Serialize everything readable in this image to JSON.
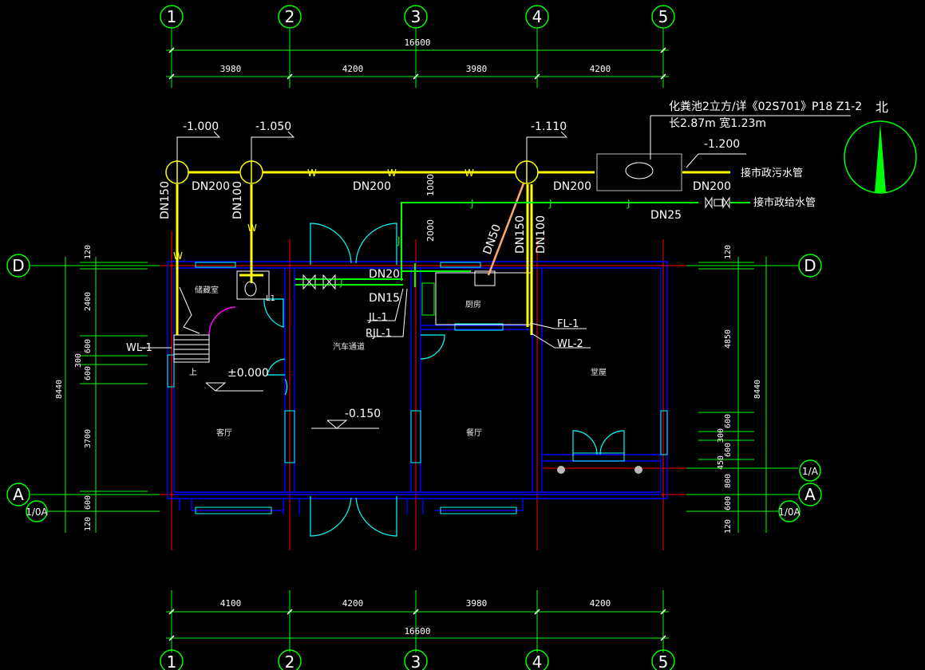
{
  "grid": {
    "columns": [
      "1",
      "2",
      "3",
      "4",
      "5"
    ],
    "rows": [
      "D",
      "A"
    ],
    "sub_rows": [
      "1/A",
      "1/0A"
    ]
  },
  "dimensions": {
    "top_total": "16600",
    "top_spans": [
      "3980",
      "4200",
      "3980",
      "4200"
    ],
    "bottom_total": "16600",
    "bottom_spans": [
      "4100",
      "4200",
      "3980",
      "4200"
    ],
    "left_total": "8440",
    "left_spans": [
      "120",
      "2400",
      "600",
      "300",
      "600",
      "3700",
      "600",
      "120"
    ],
    "right_total": "8440",
    "right_spans": [
      "120",
      "4850",
      "600",
      "300",
      "600",
      "450",
      "800",
      "600",
      "120"
    ]
  },
  "elevations": {
    "e1": "-1.000",
    "e2": "-1.050",
    "e3": "-1.110",
    "e4": "-1.200",
    "floor": "±0.000",
    "garage": "-0.150"
  },
  "pipes": {
    "dn200_a": "DN200",
    "dn200_b": "DN200",
    "dn200_c": "DN200",
    "dn200_d": "DN200",
    "dn150_a": "DN150",
    "dn100_a": "DN100",
    "dn150_b": "DN150",
    "dn100_b": "DN100",
    "dn50": "DN50",
    "dn25": "DN25",
    "dn20": "DN20",
    "dn15": "DN15",
    "w": "W",
    "j": "J",
    "dim_1000": "1000",
    "dim_2000": "2000"
  },
  "risers": {
    "jl": "JL-1",
    "rjl": "RJL-1",
    "fl": "FL-1",
    "wl1": "WL-1",
    "wl2": "WL-2",
    "rl": "L1"
  },
  "notes": {
    "septic": "化粪池2立方/详《02S701》P18  Z1-2",
    "septic_size": "长2.87m  宽1.23m",
    "sewer": "接市政污水管",
    "water": "接市政给水管",
    "north": "北"
  },
  "rooms": {
    "storage": "储藏室",
    "garage": "汽车通道",
    "kitchen": "厨房",
    "living": "客厅",
    "dining": "餐厅",
    "bedroom": "堂屋",
    "stair_up": "上"
  },
  "colors": {
    "background": "#000000",
    "grid_line": "#00ff00",
    "wall": "#0000ff",
    "axis": "#ff0000",
    "sewer_pipe": "#ffff00",
    "water_pipe": "#00ff00",
    "hot_water": "#ffaa66",
    "door": "#00ffff"
  }
}
